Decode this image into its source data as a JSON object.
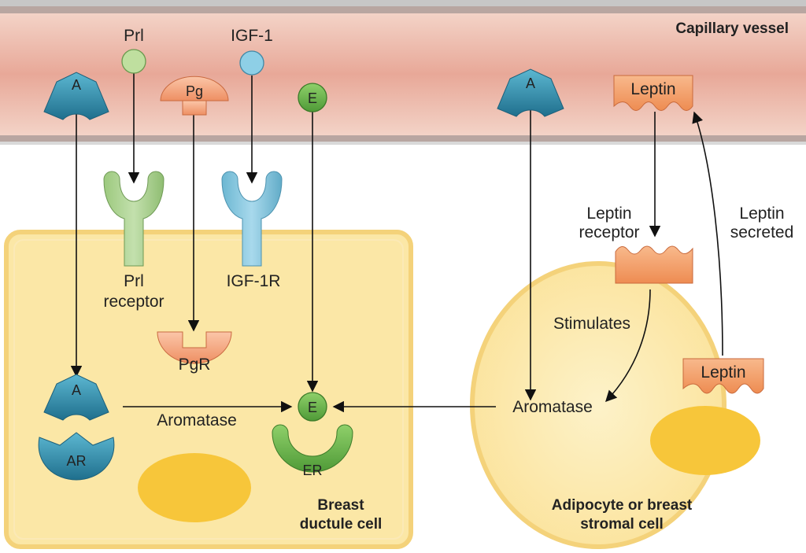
{
  "vessel": {
    "label": "Capillary vessel",
    "color": "#e8aa98"
  },
  "ligands": {
    "prl": "Prl",
    "igf1": "IGF-1",
    "pg": "Pg",
    "e_top": "E",
    "a_left": "A",
    "a_right": "A",
    "leptin_top": "Leptin"
  },
  "receptors": {
    "prl_receptor_line1": "Prl",
    "prl_receptor_line2": "receptor",
    "igf1r": "IGF-1R",
    "pgr": "PgR",
    "leptin_receptor_line1": "Leptin",
    "leptin_receptor_line2": "receptor"
  },
  "breast_cell": {
    "a_inner": "A",
    "ar": "AR",
    "aromatase": "Aromatase",
    "e_inner": "E",
    "er": "ER",
    "label_line1": "Breast",
    "label_line2": "ductule cell",
    "color": "#fbe7a6"
  },
  "adipocyte": {
    "aromatase": "Aromatase",
    "stimulates": "Stimulates",
    "leptin_inner": "Leptin",
    "leptin_secreted_line1": "Leptin",
    "leptin_secreted_line2": "secreted",
    "label_line1": "Adipocyte or breast",
    "label_line2": "stromal cell"
  },
  "colors": {
    "a_teal": "#2e8fad",
    "prl_green": "#a9cf8d",
    "igf_blue": "#7fc4df",
    "pg_salmon": "#f5a883",
    "e_green": "#7bbd5a",
    "leptin_orange": "#f4a26f",
    "nucleus_yellow": "#f7c63a"
  }
}
